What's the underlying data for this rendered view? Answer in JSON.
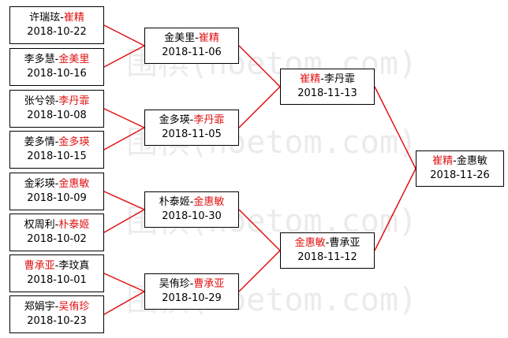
{
  "watermark": {
    "text": "围棋(hoetom.com)"
  },
  "rounds": [
    [
      {
        "id": "r1m1",
        "winner_first": false,
        "left": "许瑞玹",
        "sep": "-",
        "right": "崔精",
        "date": "2018-10-22"
      },
      {
        "id": "r1m2",
        "winner_first": false,
        "left": "李多慧",
        "sep": "-",
        "right": "金美里",
        "date": "2018-10-16"
      },
      {
        "id": "r1m3",
        "winner_first": false,
        "left": "张兮领",
        "sep": "-",
        "right": "李丹霏",
        "date": "2018-10-08"
      },
      {
        "id": "r1m4",
        "winner_first": false,
        "left": "姜多情",
        "sep": "-",
        "right": "金多瑛",
        "date": "2018-10-15"
      },
      {
        "id": "r1m5",
        "winner_first": false,
        "left": "金彩瑛",
        "sep": "-",
        "right": "金惠敏",
        "date": "2018-10-09"
      },
      {
        "id": "r1m6",
        "winner_first": false,
        "left": "权周利",
        "sep": "-",
        "right": "朴泰姬",
        "date": "2018-10-02"
      },
      {
        "id": "r1m7",
        "winner_first": true,
        "left": "曹承亚",
        "sep": "-",
        "right": "李玟真",
        "date": "2018-10-01"
      },
      {
        "id": "r1m8",
        "winner_first": false,
        "left": "郑娟宇",
        "sep": "-",
        "right": "吴侑珍",
        "date": "2018-10-23"
      }
    ],
    [
      {
        "id": "r2m1",
        "winner_first": false,
        "left": "金美里",
        "sep": "-",
        "right": "崔精",
        "date": "2018-11-06"
      },
      {
        "id": "r2m2",
        "winner_first": false,
        "left": "金多瑛",
        "sep": "-",
        "right": "李丹霏",
        "date": "2018-11-05"
      },
      {
        "id": "r2m3",
        "winner_first": false,
        "left": "朴泰姬",
        "sep": "-",
        "right": "金惠敏",
        "date": "2018-10-30"
      },
      {
        "id": "r2m4",
        "winner_first": false,
        "left": "吴侑珍",
        "sep": "-",
        "right": "曹承亚",
        "date": "2018-10-29"
      }
    ],
    [
      {
        "id": "r3m1",
        "winner_first": true,
        "left": "崔精",
        "sep": "-",
        "right": "李丹霏",
        "date": "2018-11-13"
      },
      {
        "id": "r3m2",
        "winner_first": true,
        "left": "金惠敏",
        "sep": "-",
        "right": "曹承亚",
        "date": "2018-11-12"
      }
    ],
    [
      {
        "id": "r4m1",
        "winner_first": true,
        "left": "崔精",
        "sep": "-",
        "right": "金惠敏",
        "date": "2018-11-26"
      }
    ]
  ],
  "colors": {
    "winner": "#e01010",
    "connector": "#e01010",
    "border": "#000000"
  }
}
